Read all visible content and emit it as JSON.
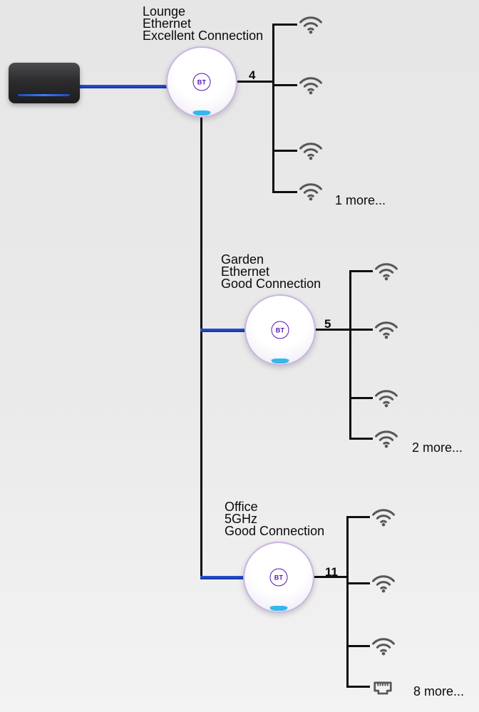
{
  "bt_logo": "BT",
  "nodes": [
    {
      "id": "lounge",
      "name": "Lounge",
      "connection_type": "Ethernet",
      "connection_quality": "Excellent Connection",
      "device_count": "4",
      "visible_devices": [
        "wifi",
        "wifi",
        "wifi",
        "wifi"
      ],
      "more_label": "1 more..."
    },
    {
      "id": "garden",
      "name": "Garden",
      "connection_type": "Ethernet",
      "connection_quality": "Good Connection",
      "device_count": "5",
      "visible_devices": [
        "wifi",
        "wifi",
        "wifi",
        "wifi"
      ],
      "more_label": "2 more..."
    },
    {
      "id": "office",
      "name": "Office",
      "connection_type": "5GHz",
      "connection_quality": "Good Connection",
      "device_count": "11",
      "visible_devices": [
        "wifi",
        "wifi",
        "wifi",
        "ethernet"
      ],
      "more_label": "8 more..."
    }
  ],
  "icons": {
    "wifi": "wifi-icon",
    "ethernet": "ethernet-port-icon"
  },
  "colors": {
    "background": "#eaeaea",
    "wire_black": "#0f0f0f",
    "ethernet_wire_blue": "#1e43c8",
    "bt_purple": "#5514b4",
    "disc_ring": "#c9b4e2",
    "disc_status_cyan": "#36b9e9",
    "device_icon_gray": "#575757"
  }
}
